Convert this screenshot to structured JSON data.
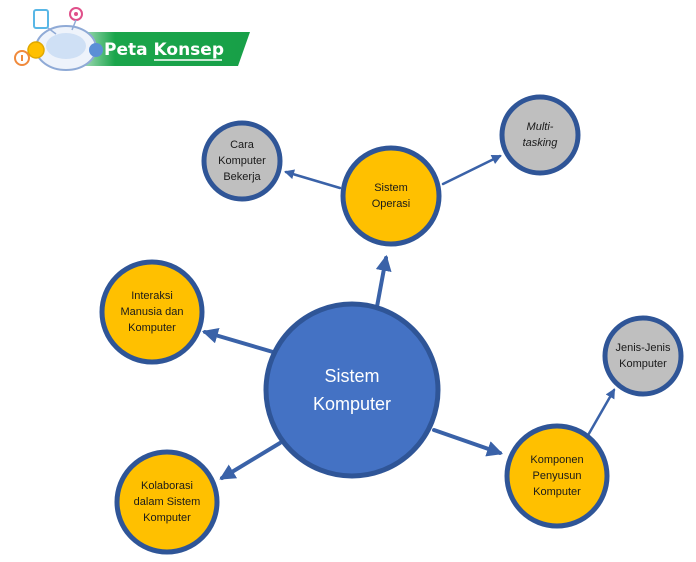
{
  "header": {
    "badge_label_part1": "Peta",
    "badge_label_part2": "Konsep"
  },
  "diagram": {
    "center": {
      "line1": "Sistem",
      "line2": "Komputer"
    },
    "os": {
      "line1": "Sistem",
      "line2": "Operasi"
    },
    "how_computer_works": {
      "line1": "Cara",
      "line2": "Komputer",
      "line3": "Bekerja"
    },
    "multitasking": {
      "line1": "Multi-",
      "line2": "tasking"
    },
    "hci": {
      "line1": "Interaksi",
      "line2": "Manusia dan",
      "line3": "Komputer"
    },
    "collab": {
      "line1": "Kolaborasi",
      "line2": "dalam Sistem",
      "line3": "Komputer"
    },
    "components": {
      "line1": "Komponen",
      "line2": "Penyusun",
      "line3": "Komputer"
    },
    "types": {
      "line1": "Jenis-Jenis",
      "line2": "Komputer"
    }
  },
  "colors": {
    "central_fill": "#4472c4",
    "stroke": "#2f5597",
    "yellow_fill": "#ffc000",
    "gray_fill": "#bfbfbf",
    "arrow": "#3a62a8",
    "badge_green": "#1aa54b"
  }
}
